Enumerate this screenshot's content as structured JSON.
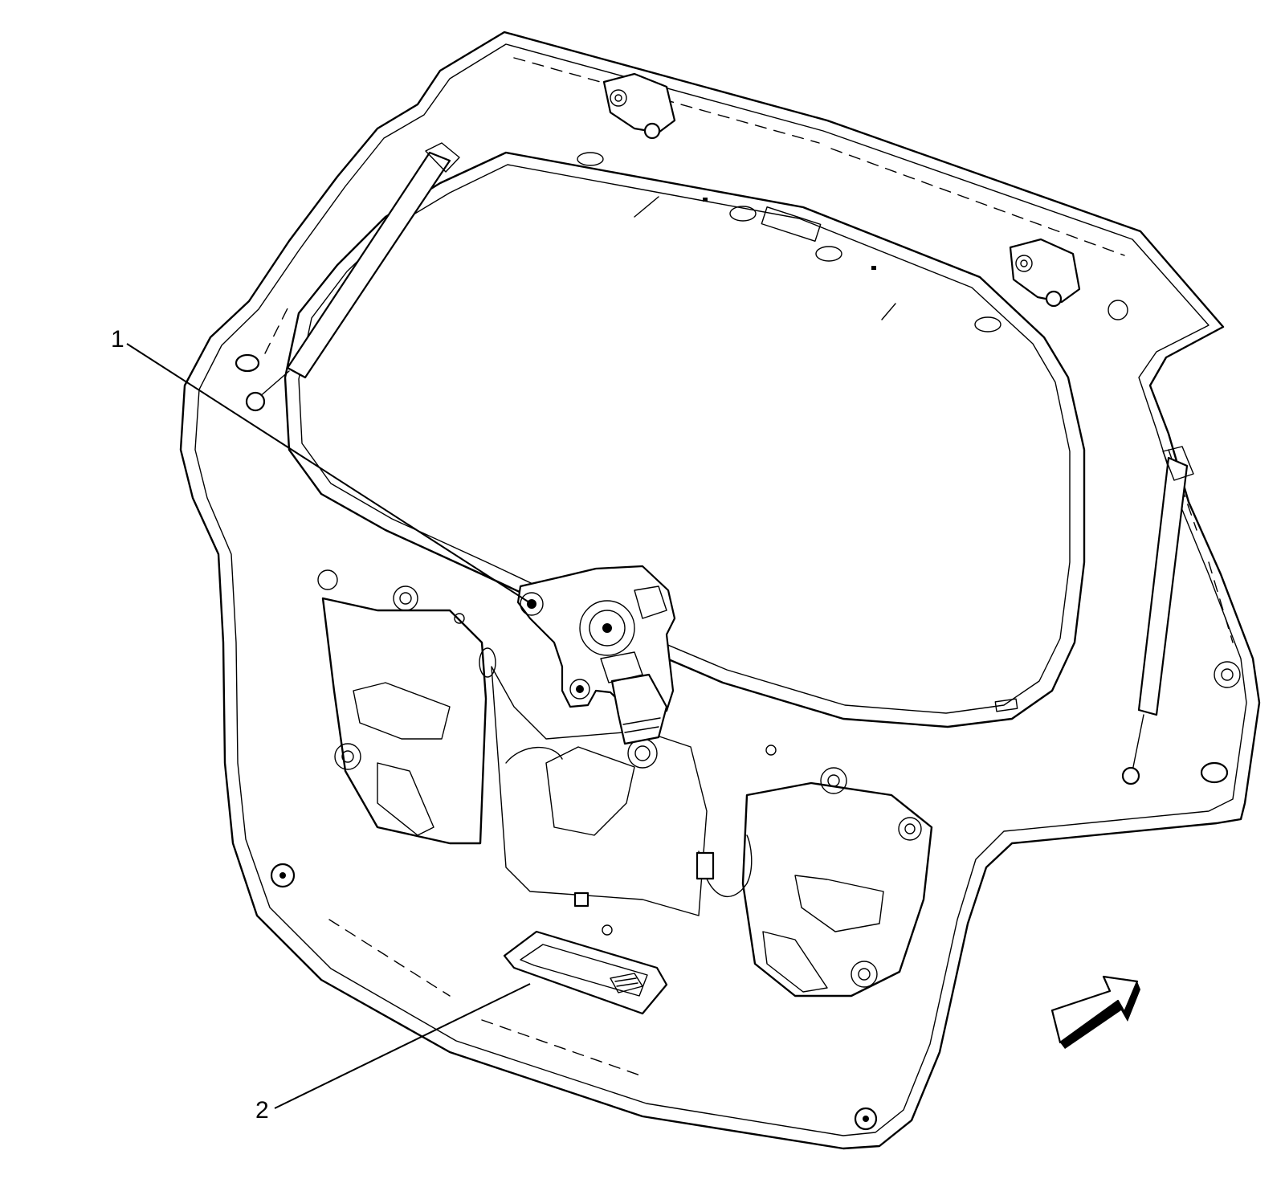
{
  "callouts": [
    {
      "label": "1",
      "target": "rear-wiper-motor"
    },
    {
      "label": "2",
      "target": "liftgate-handle-switch"
    }
  ],
  "view_arrow": "arrow-icon"
}
